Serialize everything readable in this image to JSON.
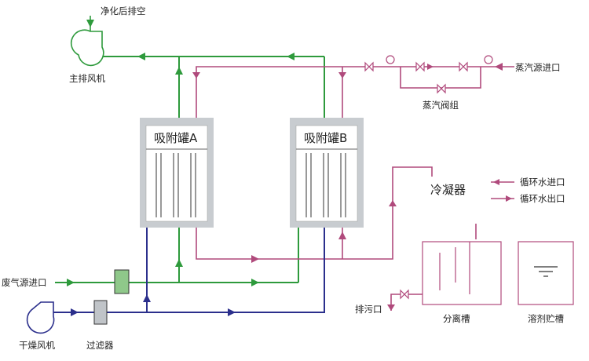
{
  "diagram": {
    "labels": {
      "exhaust_after": "净化后排空",
      "main_fan": "主排风机",
      "steam_inlet": "蒸汽源进口",
      "steam_valve_group": "蒸汽阀组",
      "tank_a": "吸附罐A",
      "tank_b": "吸附罐B",
      "condenser": "冷凝器",
      "cw_in": "循环水进口",
      "cw_out": "循环水出口",
      "waste_gas_inlet": "废气源进口",
      "drain": "排污口",
      "separator": "分离槽",
      "solvent_tank": "溶剂贮槽",
      "dry_fan": "干燥风机",
      "filter": "过滤器"
    },
    "colors": {
      "gas_line": "#2e9a3c",
      "steam_line": "#b04a7c",
      "dry_air_line": "#2b2f8c",
      "tank_frame": "#c8ccd0",
      "equipment_outline": "#b04a7c"
    }
  }
}
